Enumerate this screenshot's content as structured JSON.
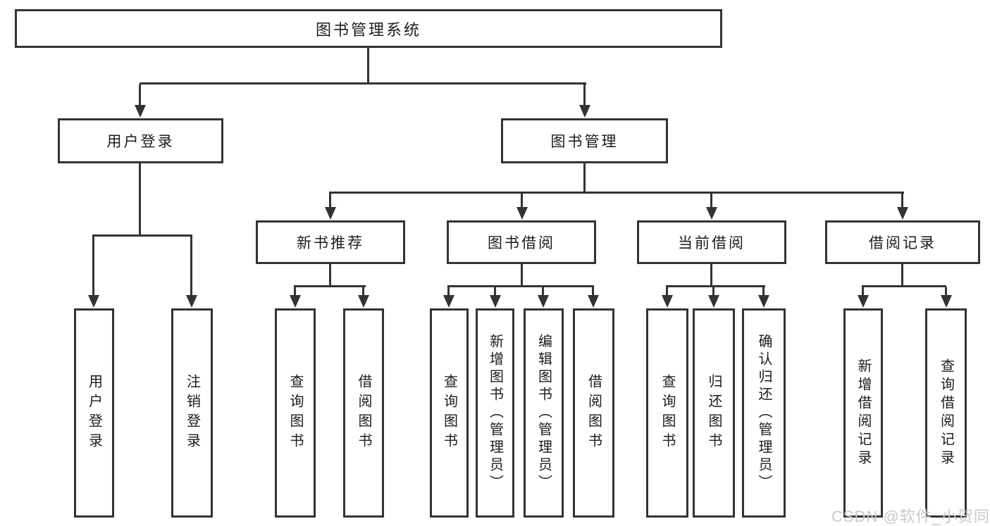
{
  "diagram": {
    "root": {
      "label": "图书管理系统"
    },
    "level2": [
      {
        "label": "用户登录"
      },
      {
        "label": "图书管理"
      }
    ],
    "level3": [
      {
        "label": "新书推荐"
      },
      {
        "label": "图书借阅"
      },
      {
        "label": "当前借阅"
      },
      {
        "label": "借阅记录"
      }
    ],
    "leaves": {
      "user": [
        "用户登录",
        "注销登录"
      ],
      "recommend": [
        "查询图书",
        "借阅图书"
      ],
      "borrow": [
        "查询图书",
        "新增图书（管理员）",
        "编辑图书（管理员）",
        "借阅图书"
      ],
      "current": [
        "查询图书",
        "归还图书",
        "确认归还（管理员）"
      ],
      "records": [
        "新增借阅记录",
        "查询借阅记录"
      ]
    }
  },
  "colors": {
    "line": "#333333",
    "text": "#1c1c1c",
    "watermark": "#c9c9c9"
  },
  "watermark": {
    "text": "CSDN @软件_小贺同学"
  }
}
